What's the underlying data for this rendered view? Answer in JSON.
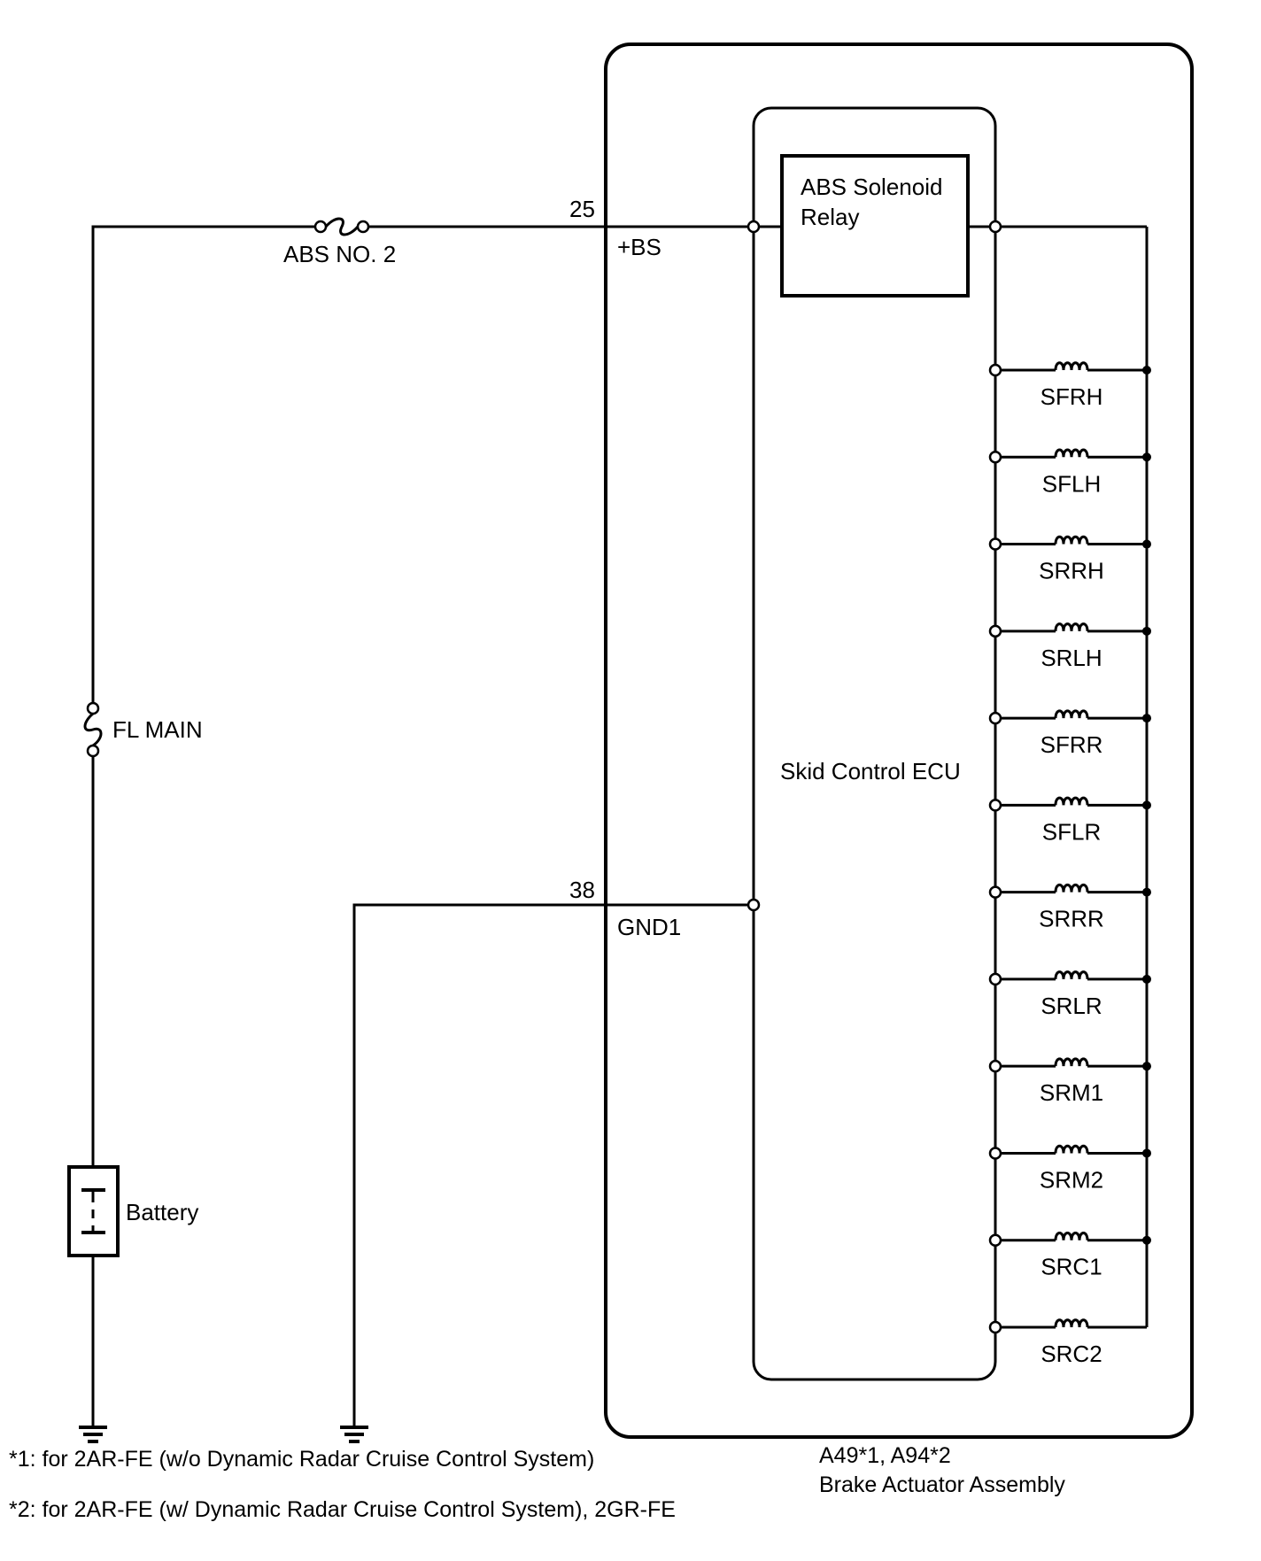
{
  "components": {
    "fuse_abs": "ABS NO. 2",
    "fuse_fl": "FL MAIN",
    "battery": "Battery",
    "relay": [
      "ABS Solenoid",
      "Relay"
    ],
    "ecu": "Skid Control ECU",
    "assembly_codes": "A49*1, A94*2",
    "assembly_name": "Brake Actuator Assembly"
  },
  "pins": {
    "bs_number": "25",
    "bs_name": "+BS",
    "gnd_number": "38",
    "gnd_name": "GND1"
  },
  "solenoids": [
    "SFRH",
    "SFLH",
    "SRRH",
    "SRLH",
    "SFRR",
    "SFLR",
    "SRRR",
    "SRLR",
    "SRM1",
    "SRM2",
    "SRC1",
    "SRC2"
  ],
  "footnotes": [
    "*1: for 2AR-FE (w/o Dynamic Radar Cruise Control System)",
    "*2: for 2AR-FE (w/ Dynamic Radar Cruise Control System), 2GR-FE"
  ]
}
